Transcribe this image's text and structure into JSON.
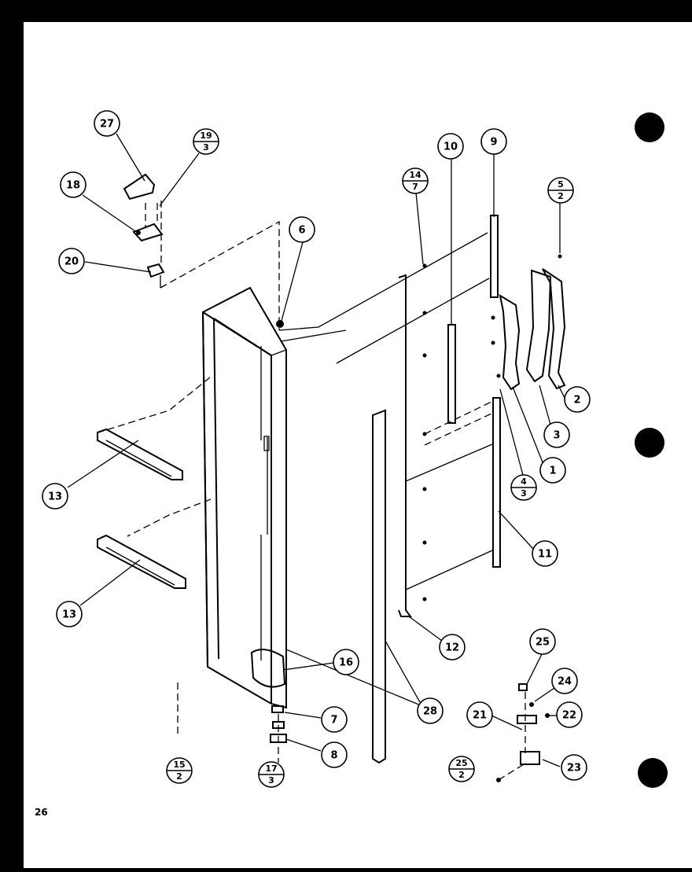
{
  "page_number": "26",
  "callouts": [
    {
      "id": "27",
      "type": "single",
      "text": "27"
    },
    {
      "id": "19-3",
      "type": "fraction",
      "top": "19",
      "bottom": "3"
    },
    {
      "id": "18",
      "type": "single",
      "text": "18"
    },
    {
      "id": "20",
      "type": "single",
      "text": "20"
    },
    {
      "id": "6",
      "type": "single",
      "text": "6"
    },
    {
      "id": "10",
      "type": "single",
      "text": "10"
    },
    {
      "id": "9",
      "type": "single",
      "text": "9"
    },
    {
      "id": "14-7",
      "type": "fraction",
      "top": "14",
      "bottom": "7"
    },
    {
      "id": "5-2",
      "type": "fraction",
      "top": "5",
      "bottom": "2"
    },
    {
      "id": "2",
      "type": "single",
      "text": "2"
    },
    {
      "id": "3",
      "type": "single",
      "text": "3"
    },
    {
      "id": "1",
      "type": "single",
      "text": "1"
    },
    {
      "id": "4-3",
      "type": "fraction",
      "top": "4",
      "bottom": "3"
    },
    {
      "id": "11",
      "type": "single",
      "text": "11"
    },
    {
      "id": "12",
      "type": "single",
      "text": "12"
    },
    {
      "id": "13a",
      "type": "single",
      "text": "13"
    },
    {
      "id": "13b",
      "type": "single",
      "text": "13"
    },
    {
      "id": "16",
      "type": "single",
      "text": "16"
    },
    {
      "id": "7",
      "type": "single",
      "text": "7"
    },
    {
      "id": "8",
      "type": "single",
      "text": "8"
    },
    {
      "id": "15-2",
      "type": "fraction",
      "top": "15",
      "bottom": "2"
    },
    {
      "id": "17-3",
      "type": "fraction",
      "top": "17",
      "bottom": "3"
    },
    {
      "id": "28",
      "type": "single",
      "text": "28"
    },
    {
      "id": "25",
      "type": "single",
      "text": "25"
    },
    {
      "id": "24",
      "type": "single",
      "text": "24"
    },
    {
      "id": "21",
      "type": "single",
      "text": "21"
    },
    {
      "id": "22",
      "type": "single",
      "text": "22"
    },
    {
      "id": "23",
      "type": "single",
      "text": "23"
    },
    {
      "id": "25-2",
      "type": "fraction",
      "top": "25",
      "bottom": "2"
    }
  ]
}
